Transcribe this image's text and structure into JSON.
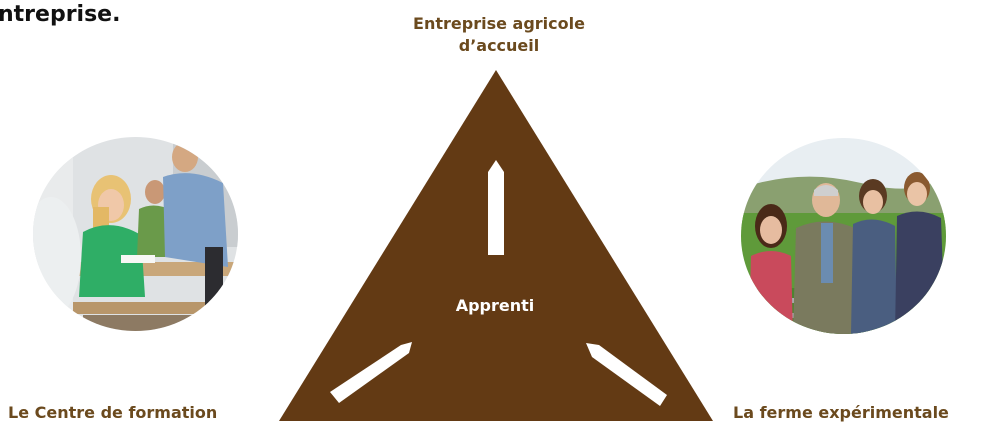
{
  "heading": "ntreprise.",
  "nodes": {
    "top": {
      "line1": "Entreprise agricole",
      "line2": "d’accueil"
    },
    "left": "Le Centre de formation",
    "right": "La ferme expérimentale",
    "center": "Apprenti"
  },
  "colors": {
    "triangle": "#633a14",
    "label": "#6b4a1e",
    "arrows": "#ffffff"
  }
}
